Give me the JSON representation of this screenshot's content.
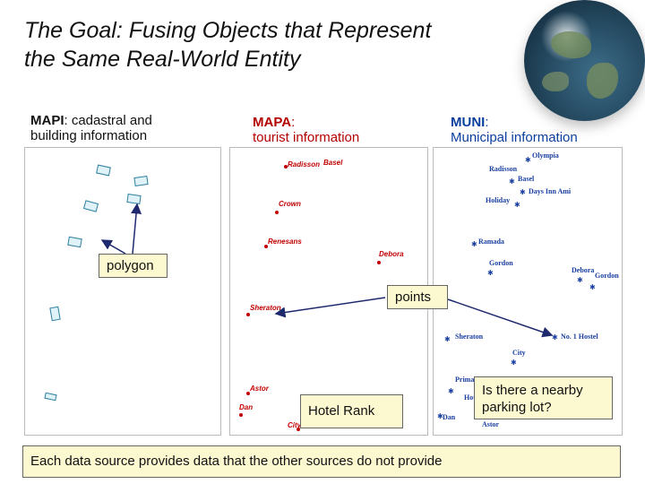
{
  "title_line1": "The Goal: Fusing Objects that Represent",
  "title_line2": "the Same Real-World Entity",
  "sources": {
    "mapi": {
      "name": "MAPI",
      "rest": ": cadastral and",
      "line2": "building information"
    },
    "mapa": {
      "name": "MAPA",
      "rest": ":",
      "line2": "tourist information"
    },
    "muni": {
      "name": "MUNI",
      "rest": ":",
      "line2": "Municipal information"
    }
  },
  "mapa_labels": [
    "Radisson",
    "Basel",
    "Crown",
    "Renesans",
    "Debora",
    "Sheraton",
    "Astor",
    "Dan",
    "City"
  ],
  "muni_labels": [
    "Olympia",
    "Radisson",
    "Basel",
    "Days Inn Ami",
    "Holiday",
    "Ramada",
    "Gordon",
    "Debora",
    "Gordon",
    "Sheraton",
    "No. 1 Hostel",
    "City",
    "Prima Astor",
    "Hotel Apartments",
    "Dan",
    "Astor"
  ],
  "callouts": {
    "polygon": "polygon",
    "points": "points",
    "hotel_rank": "Hotel Rank",
    "parking_line1": "Is there a nearby",
    "parking_line2": "parking lot?"
  },
  "footer": "Each data source provides data that the other sources do not provide",
  "colors": {
    "callout_fill": "#fcf8cf",
    "mapa_red": "#c00000",
    "muni_blue": "#1a3fa0",
    "building_blue": "#2f7fa0"
  }
}
